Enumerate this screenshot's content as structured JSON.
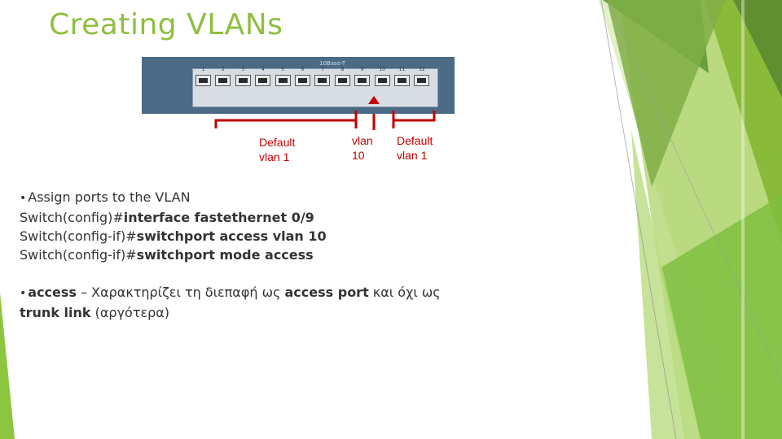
{
  "slide": {
    "title": "Creating VLANs"
  },
  "switch_image": {
    "brand": "10Base-T",
    "ports": [
      "1",
      "2",
      "3",
      "4",
      "5",
      "6",
      "7",
      "8",
      "9",
      "10",
      "11",
      "12"
    ]
  },
  "labels": {
    "left_line1": "Default",
    "left_line2": "vlan 1",
    "middle_line1": "vlan",
    "middle_line2": "10",
    "right_line1": "Default",
    "right_line2": "vlan 1"
  },
  "bullets": {
    "assign": "Assign ports to the VLAN",
    "cmd1_prefix": "Switch(config)#",
    "cmd1_bold": "interface fastethernet 0/9",
    "cmd2_prefix": "Switch(config-if)#",
    "cmd2_bold": "switchport access vlan 10",
    "cmd3_prefix": "Switch(config-if)#",
    "cmd3_bold": "switchport mode access",
    "access_term": "access",
    "access_desc": " – Χαρακτηρίζει τη διεπαφή ως ",
    "access_port": "access port",
    "access_mid": " και όχι ως",
    "trunk_link": "trunk link",
    "access_end": " (αργότερα)"
  },
  "colors": {
    "accent": "#8fbf3f",
    "label_red": "#c00000",
    "switch_body": "#4a6a86"
  }
}
